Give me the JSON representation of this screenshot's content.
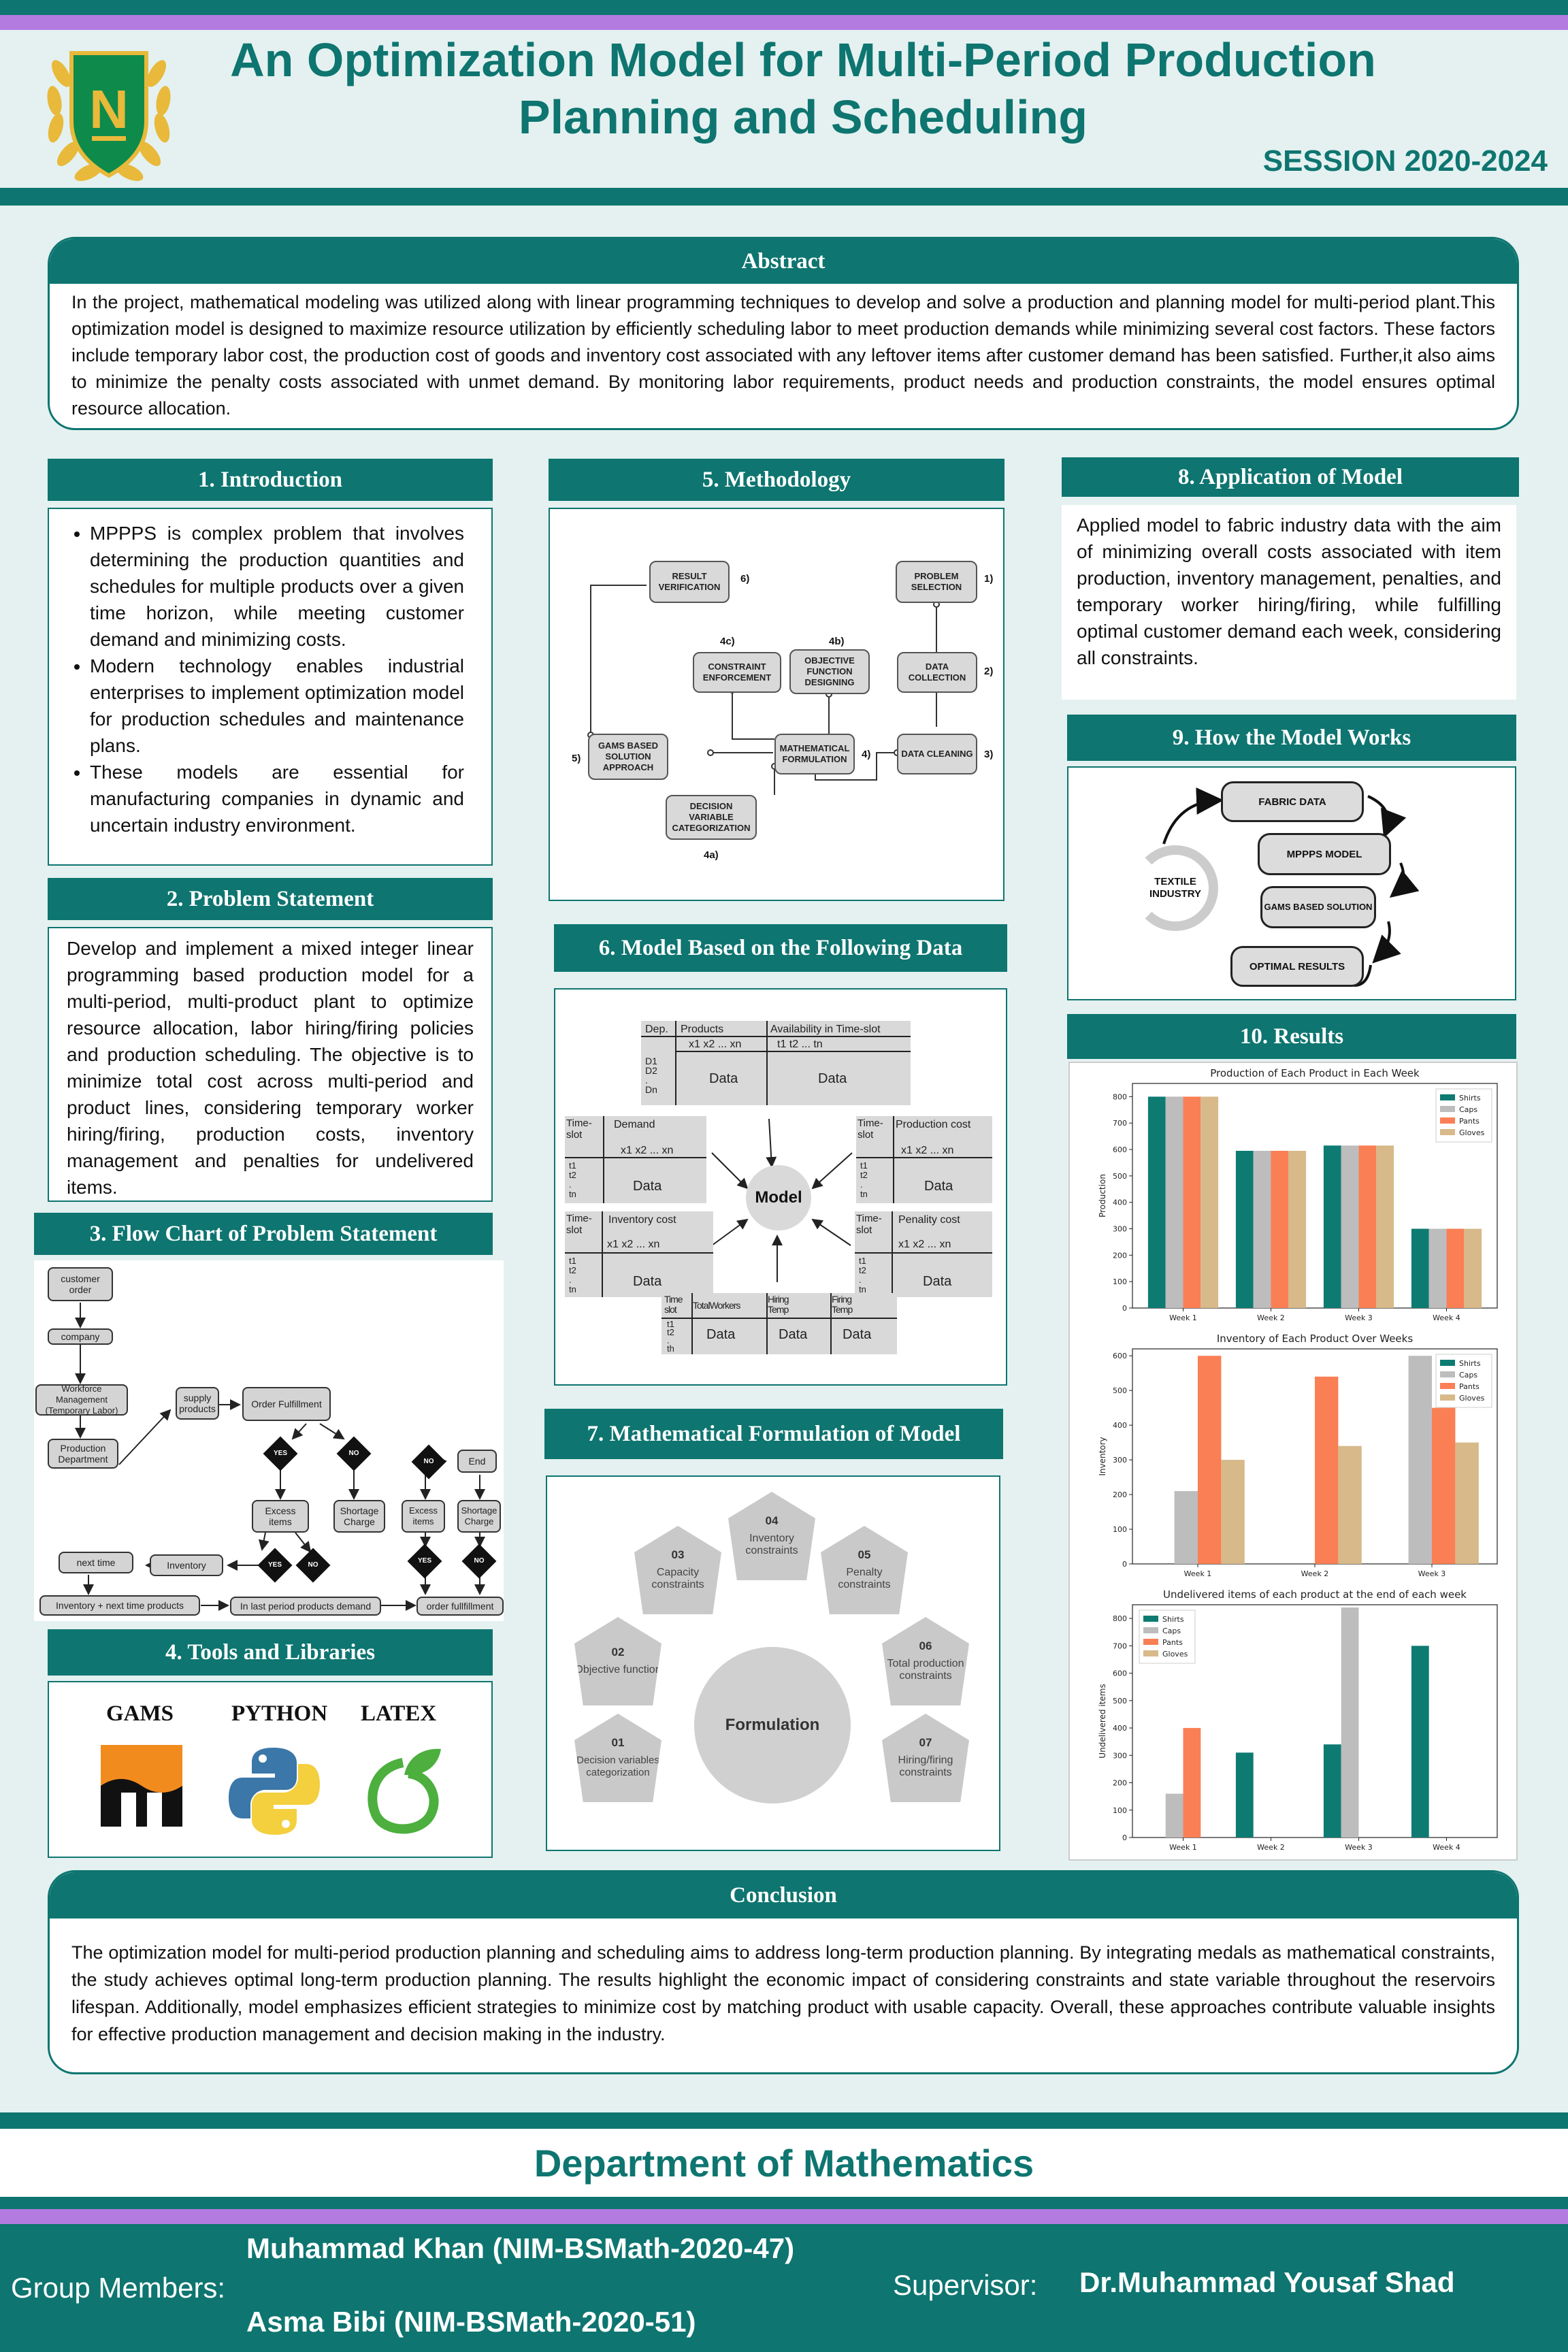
{
  "header": {
    "title_line1": "An Optimization Model for Multi-Period Production",
    "title_line2": "Planning  and Scheduling",
    "session": "SESSION 2020-2024",
    "logo_letter": "N"
  },
  "abstract": {
    "title": "Abstract",
    "text": "In the project, mathematical modeling was utilized along with linear programming techniques to develop and solve a production and planning model for multi-period plant.This optimization model is designed to maximize resource utilization by efficiently scheduling labor to meet production demands while minimizing several cost factors. These factors include temporary labor cost, the production cost of goods and inventory cost associated with any leftover items after customer demand has been satisfied. Further,it also aims to minimize the penalty costs associated with unmet demand. By monitoring labor requirements, product needs and production constraints, the model ensures optimal resource allocation."
  },
  "intro": {
    "title": "1.  Introduction",
    "bullets": [
      "MPPPS is complex problem that involves determining the production quantities and schedules for multiple products over a given time horizon, while meeting customer demand and minimizing costs.",
      "Modern technology enables industrial enterprises to implement optimization model for production schedules and maintenance plans.",
      "These models are essential for manufacturing companies in dynamic and uncertain industry environment."
    ]
  },
  "problem": {
    "title": "2.  Problem Statement",
    "text": "Develop and implement a mixed integer linear programming based production model for a multi-period, multi-product plant to optimize resource allocation, labor hiring/firing policies and production scheduling. The objective is to minimize total cost across multi-period and product lines, considering temporary worker hiring/firing, production costs, inventory management and penalties for undelivered items."
  },
  "flowchart": {
    "title": "3.  Flow Chart of Problem Statement",
    "nodes": {
      "customer_order": "customer order",
      "company": "company",
      "workforce": "Workforce Management (Temporary Labor)",
      "production_dept": "Production Department",
      "supply": "supply products",
      "order_fulfillment": "Order Fulfillment",
      "yes": "YES",
      "no": "NO",
      "excess_items": "Excess items",
      "shortage_charge": "Shortage Charge",
      "end": "End",
      "excess_items2": "Excess items",
      "shortage_charge2": "Shortage Charge",
      "inventory": "Inventory",
      "next_time": "next time",
      "inv_next": "Inventory + next time  products",
      "last_period": "In last period products demand",
      "order_full2": "order fullfillment"
    }
  },
  "tools": {
    "title": "4.  Tools and Libraries",
    "items": [
      "GAMS",
      "PYTHON",
      "LATEX"
    ]
  },
  "methodology": {
    "title": "5.  Methodology",
    "nodes": {
      "result": "RESULT VERIFICATION",
      "n6": "6)",
      "problem_sel": "PROBLEM SELECTION",
      "n1": "1)",
      "constraint": "CONSTRAINT ENFORCEMENT",
      "n4c": "4c)",
      "objective": "OBJECTIVE FUNCTION DESIGNING",
      "n4b": "4b)",
      "data_coll": "DATA COLLECTION",
      "n2": "2)",
      "gams": "GAMS BASED SOLUTION APPROACH",
      "n5": "5)",
      "math": "MATHEMATICAL FORMULATION",
      "n4": "4)",
      "data_clean": "DATA CLEANING",
      "n3": "3)",
      "decision": "DECISION VARIABLE CATEGORIZATION",
      "n4a": "4a)"
    }
  },
  "model_data": {
    "title": "6.  Model Based on the Following Data",
    "center": "Model",
    "top": {
      "dep": "Dep.",
      "products": "Products",
      "x": "x1  x2 ...  xn",
      "avail": "Availability in Time-slot",
      "t": "t1    t2      ...     tn",
      "d": "D1 D2 . Dn",
      "data1": "Data",
      "data2": "Data"
    },
    "demand": {
      "slot": "Time-slot",
      "head": "Demand",
      "x": "x1   x2 ...  xn",
      "t": "t1 t2 . tn",
      "data": "Data"
    },
    "production": {
      "slot": "Time-slot",
      "head": "Production cost",
      "x": "x1   x2 ...   xn",
      "t": "t1 t2 . tn",
      "data": "Data"
    },
    "inventory": {
      "slot": "Time-slot",
      "head": "Inventory cost",
      "x": "x1    x2 ...   xn",
      "t": "t1 t2 . tn",
      "data": "Data"
    },
    "penalty": {
      "slot": "Time-slot",
      "head": "Penality cost",
      "x": "x1    x2 ...   xn",
      "t": "t1 t2 . tn",
      "data": "Data"
    },
    "bottom": {
      "slot": "Time slot",
      "workers": "TotalWorkers",
      "hiring": "Hiring Temp",
      "firing": "Firing Temp",
      "t": "t1 t2 . th",
      "data": "Data"
    }
  },
  "formulation": {
    "title": "7.  Mathematical Formulation of Model",
    "center": "Formulation",
    "items": [
      {
        "num": "01",
        "label": "Decision variables categorization"
      },
      {
        "num": "02",
        "label": "Objective function"
      },
      {
        "num": "03",
        "label": "Capacity constraints"
      },
      {
        "num": "04",
        "label": "Inventory constraints"
      },
      {
        "num": "05",
        "label": "Penalty constraints"
      },
      {
        "num": "06",
        "label": "Total production constraints"
      },
      {
        "num": "07",
        "label": "Hiring/firing constraints"
      }
    ]
  },
  "application": {
    "title": "8.  Application of Model",
    "text": "Applied model to fabric industry data with the aim of minimizing overall costs associated with item production, inventory management, penalties, and temporary worker hiring/firing, while fulfilling optimal customer demand each week, considering all constraints."
  },
  "how": {
    "title": "9.  How the Model Works",
    "circle": "TEXTILE INDUSTRY",
    "steps": [
      "FABRIC DATA",
      "MPPPS MODEL",
      "GAMS BASED SOLUTION",
      "OPTIMAL RESULTS"
    ]
  },
  "results": {
    "title": "10.  Results"
  },
  "chart_data": [
    {
      "type": "bar",
      "title": "Production of Each Product in Each Week",
      "ylabel": "Production",
      "categories": [
        "Week 1",
        "Week 2",
        "Week 3",
        "Week 4"
      ],
      "ylim": [
        0,
        850
      ],
      "yticks": [
        0,
        100,
        200,
        300,
        400,
        500,
        600,
        700,
        800
      ],
      "series": [
        {
          "name": "Shirts",
          "values": [
            800,
            595,
            615,
            300
          ]
        },
        {
          "name": "Caps",
          "values": [
            800,
            595,
            615,
            300
          ]
        },
        {
          "name": "Pants",
          "values": [
            800,
            595,
            615,
            300
          ]
        },
        {
          "name": "Gloves",
          "values": [
            800,
            595,
            615,
            300
          ]
        }
      ]
    },
    {
      "type": "bar",
      "title": "Inventory of Each Product Over Weeks",
      "ylabel": "Inventory",
      "categories": [
        "Week 1",
        "Week 2",
        "Week 3"
      ],
      "ylim": [
        0,
        620
      ],
      "yticks": [
        0,
        100,
        200,
        300,
        400,
        500,
        600
      ],
      "series": [
        {
          "name": "Shirts",
          "values": [
            0,
            0,
            0
          ]
        },
        {
          "name": "Caps",
          "values": [
            210,
            0,
            600
          ]
        },
        {
          "name": "Pants",
          "values": [
            600,
            540,
            450
          ]
        },
        {
          "name": "Gloves",
          "values": [
            300,
            340,
            350
          ]
        }
      ]
    },
    {
      "type": "bar",
      "title": "Undelivered items of each product at the end of each week",
      "ylabel": "Undelivered items",
      "categories": [
        "Week 1",
        "Week 2",
        "Week 3",
        "Week 4"
      ],
      "ylim": [
        0,
        850
      ],
      "yticks": [
        0,
        100,
        200,
        300,
        400,
        500,
        600,
        700,
        800
      ],
      "series": [
        {
          "name": "Shirts",
          "values": [
            0,
            310,
            340,
            700
          ]
        },
        {
          "name": "Caps",
          "values": [
            160,
            0,
            840,
            0
          ]
        },
        {
          "name": "Pants",
          "values": [
            400,
            0,
            0,
            0
          ]
        },
        {
          "name": "Gloves",
          "values": [
            0,
            0,
            0,
            0
          ]
        }
      ]
    }
  ],
  "colors": {
    "Shirts": "#0e7b72",
    "Caps": "#bdbdbd",
    "Pants": "#fa7f55",
    "Gloves": "#d7b98a",
    "teal": "#0e7570",
    "purple": "#b37be0"
  },
  "conclusion": {
    "title": "Conclusion",
    "text": "The optimization model for multi-period production planning and scheduling aims to address long-term production planning. By integrating medals as mathematical constraints, the study achieves optimal long-term production planning. The results highlight the  economic impact of considering constraints and state variable throughout the reservoirs lifespan. Additionally, model emphasizes efficient strategies to minimize cost by matching product with usable capacity. Overall, these approaches contribute valuable insights for effective production management and decision making in the industry."
  },
  "footer": {
    "department": "Department of Mathematics",
    "group_label": "Group Members:",
    "member1": "Muhammad Khan (NIM-BSMath-2020-47)",
    "member2": "Asma Bibi (NIM-BSMath-2020-51)",
    "supervisor_label": "Supervisor:",
    "supervisor": "Dr.Muhammad Yousaf Shad"
  }
}
